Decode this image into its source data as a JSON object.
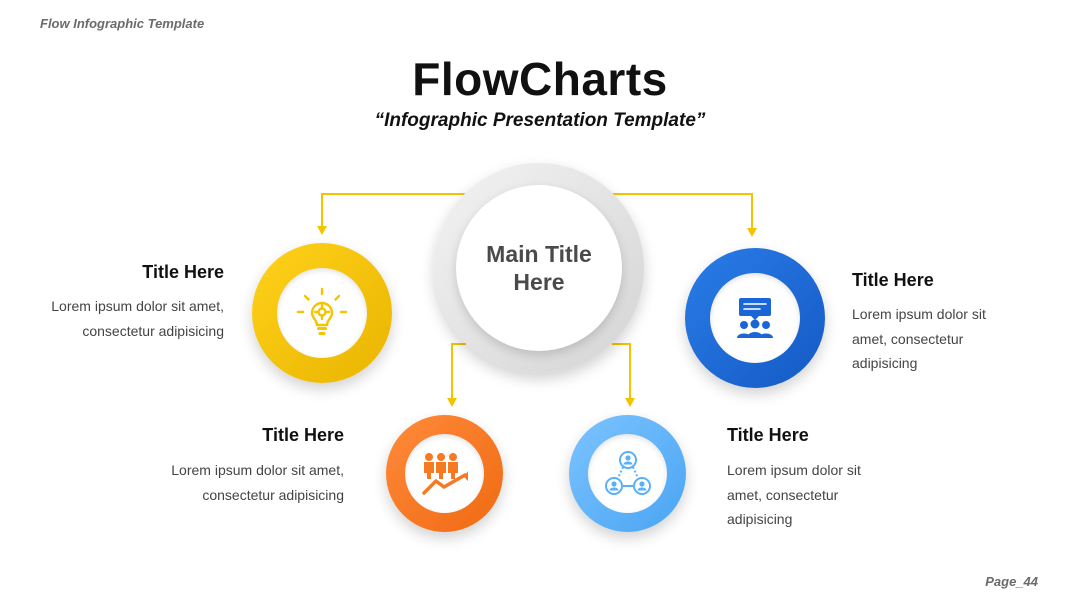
{
  "header": {
    "label": "Flow Infographic Template"
  },
  "title": "FlowCharts",
  "subtitle": "“Infographic Presentation Template”",
  "main": {
    "title": "Main Title\nHere"
  },
  "items": [
    {
      "title": "Title Here",
      "text": "Lorem ipsum dolor sit amet, consectetur adipisicing",
      "color": "#f5c400",
      "icon": "lightbulb-gear-icon"
    },
    {
      "title": "Title Here",
      "text": "Lorem ipsum dolor sit amet, consectetur adipisicing",
      "color": "#1a66d6",
      "icon": "presentation-team-icon"
    },
    {
      "title": "Title Here",
      "text": "Lorem ipsum dolor sit amet, consectetur adipisicing",
      "color": "#f57a22",
      "icon": "team-growth-icon"
    },
    {
      "title": "Title Here",
      "text": "Lorem ipsum dolor sit amet, consectetur adipisicing",
      "color": "#5ab1f7",
      "icon": "network-people-icon"
    }
  ],
  "connector_color": "#f5c400",
  "footer": {
    "page": "Page_44"
  }
}
